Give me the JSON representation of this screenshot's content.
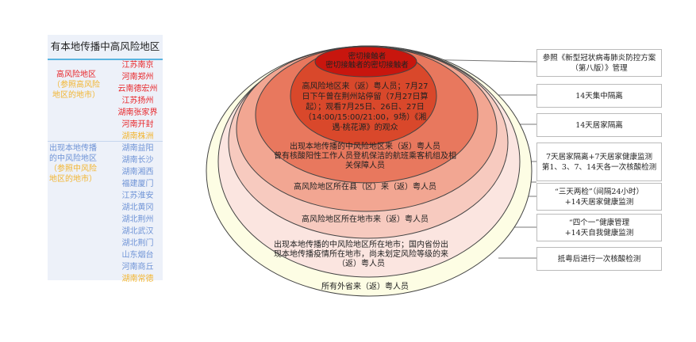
{
  "panel": {
    "title": "有本地传播中高风险地区",
    "high": {
      "label": "高风险地区",
      "note": "（参照高风险地区的地市）",
      "items": [
        "江苏南京",
        "河南郑州",
        "云南德宏州",
        "江苏扬州",
        "湖南张家界",
        "河南开封"
      ],
      "extra": "湖南株洲"
    },
    "mid": {
      "label": "出现本地传播的中风险地区",
      "note": "（参照中风险地区的地市）",
      "items": [
        "湖南益阳",
        "湖南长沙",
        "湖南湘西",
        "福建厦门",
        "江苏淮安",
        "湖北黄冈",
        "湖北荆州",
        "湖北武汉",
        "湖北荆门",
        "山东烟台",
        "河南商丘"
      ],
      "extra": "湖南常德"
    }
  },
  "colors": {
    "red": "#e8262a",
    "yellow": "#f2b530",
    "blue": "#6e93d6"
  },
  "layers": [
    "密切接触者\n密切接触者的密切接触者",
    "高风险地区来（返）粤人员；7月27日下午曾在荆州站停留（7月27日算起）；观看7月25日、26日、27日（14:00/15:00/21:00，9场）《湘遇·桃花源》的观众",
    "出现本地传播的中风险地区来（返）粤人员\n曾有核酸阳性工作人员登机保洁的航班乘客机组及相关保障人员",
    "高风险地区所在县（区）来（返）粤人员",
    "高风险地区所在地市来（返）粤人员",
    "出现本地传播的中风险地区所在地市；国内省份出现本地传播疫情所在地市，尚未划定风险等级的来（返）粤人员",
    "所有外省来（返）粤人员"
  ],
  "measures": [
    "参照《新型冠状病毒肺炎防控方案（第八版）》管理",
    "14天集中隔离",
    "14天居家隔离",
    "7天居家隔离+7天居家健康监测\n第1、3、7、14天各一次核酸检测",
    "“三天两检”（间隔24小时）\n+14天居家健康监测",
    "“四个一”健康管理\n+14天自我健康监测",
    "抵粤后进行一次核酸检测"
  ]
}
